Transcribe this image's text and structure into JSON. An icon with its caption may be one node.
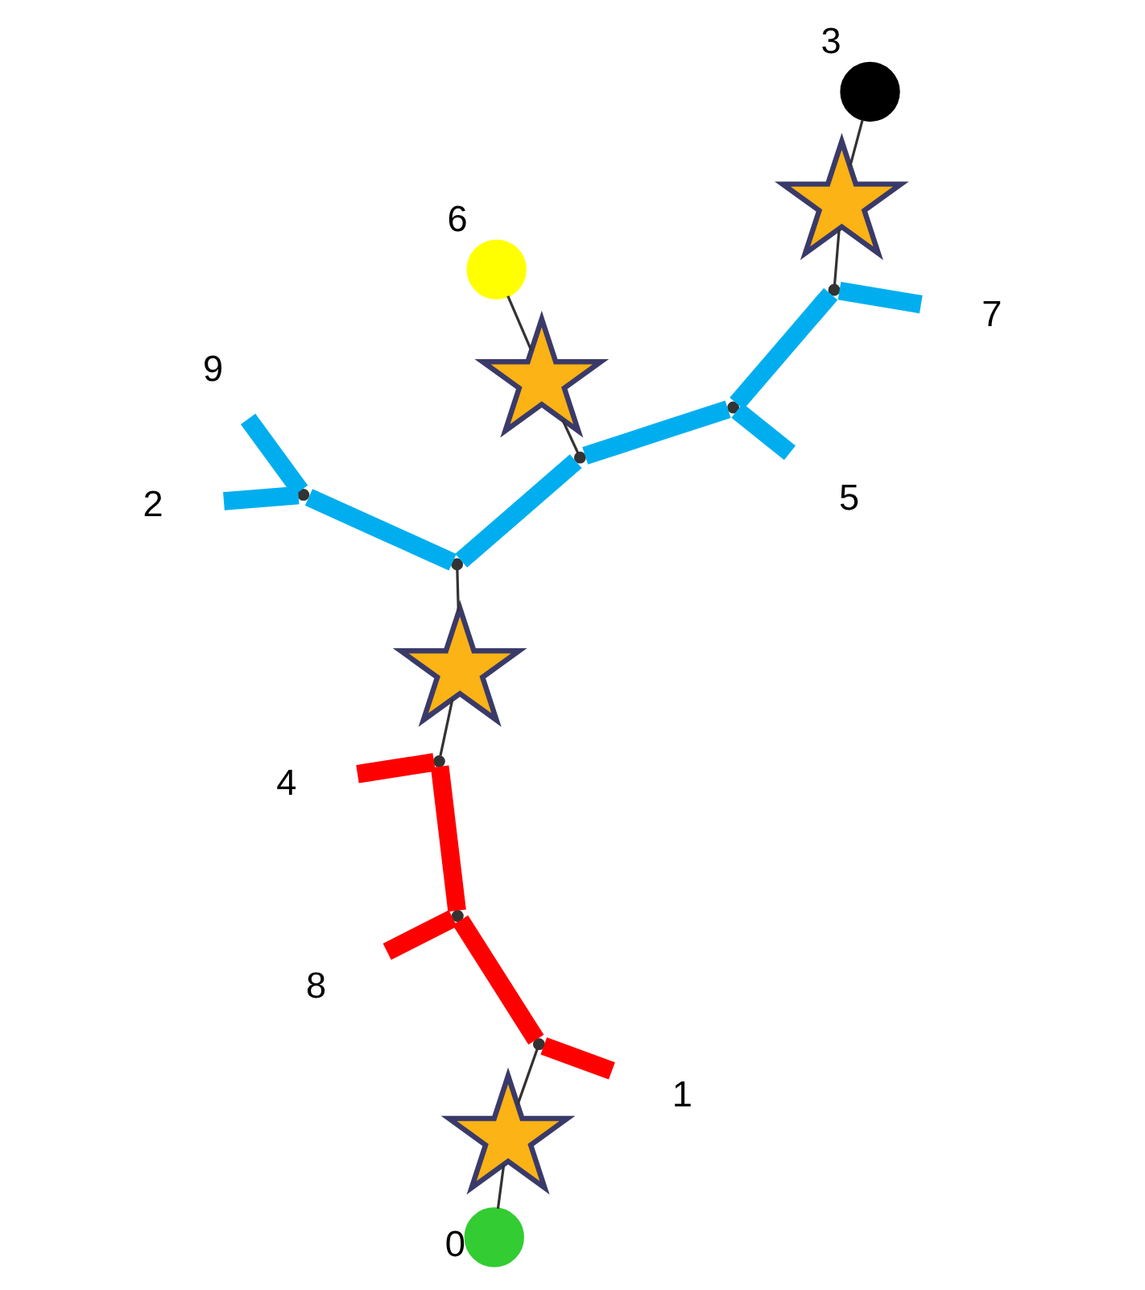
{
  "diagram": {
    "nodes": [
      {
        "text": [
          "7"
        ]
      },
      {
        "text": [],
        "shape": "circle",
        "beside": [
          "3"
        ]
      },
      {
        "text": [],
        "shape": "star"
      },
      {
        "text": [
          "5"
        ]
      },
      {
        "text": [],
        "shape": "point"
      },
      {
        "text": [],
        "shape": "point"
      },
      {
        "text": [],
        "shape": "circle",
        "beside": [
          "6"
        ]
      },
      {
        "text": [],
        "shape": "star"
      },
      {
        "text": [],
        "shape": "point"
      },
      {
        "text": [],
        "shape": "point"
      },
      {
        "text": [
          "9"
        ]
      },
      {
        "text": [],
        "shape": "point"
      },
      {
        "text": [],
        "shape": "star"
      },
      {
        "text": [
          "2"
        ]
      },
      {
        "text": [],
        "shape": "point"
      },
      {
        "text": [],
        "shape": "point"
      },
      {
        "text": [],
        "shape": "point"
      },
      {
        "text": [],
        "shape": "star"
      },
      {
        "text": [],
        "shape": "circle",
        "beside": [
          "0"
        ]
      },
      {
        "text": [
          "4"
        ]
      },
      {
        "text": [
          "8"
        ]
      },
      {
        "text": [
          "1"
        ]
      }
    ],
    "edges": [
      {
        "from": 4,
        "to": 0,
        "arrow": "none"
      },
      {
        "from": 4,
        "to": 2,
        "arrow": "none",
        "color": "#333333"
      },
      {
        "from": 2,
        "to": 1,
        "arrow": "none",
        "color": "#333333"
      },
      {
        "from": 5,
        "to": 3,
        "arrow": "none"
      },
      {
        "from": 5,
        "to": 4,
        "arrow": "none"
      },
      {
        "from": 8,
        "to": 7,
        "arrow": "none",
        "color": "#333333"
      },
      {
        "from": 7,
        "to": 6,
        "arrow": "none",
        "color": "#333333"
      },
      {
        "from": 8,
        "to": 5,
        "arrow": "none"
      },
      {
        "from": 9,
        "to": 8,
        "arrow": "none"
      },
      {
        "from": 9,
        "to": 11,
        "arrow": "none"
      },
      {
        "from": 11,
        "to": 10,
        "arrow": "none"
      },
      {
        "from": 11,
        "to": 13,
        "arrow": "none"
      },
      {
        "from": 9,
        "to": 12,
        "arrow": "none",
        "color": "#333333"
      },
      {
        "from": 12,
        "to": 14,
        "arrow": "none",
        "color": "#333333"
      },
      {
        "from": 14,
        "to": 19,
        "arrow": "none",
        "color": "#ff0000"
      },
      {
        "from": 14,
        "to": 15,
        "arrow": "none",
        "color": "#ff0000"
      },
      {
        "from": 15,
        "to": 20,
        "arrow": "none",
        "color": "#ff0000"
      },
      {
        "from": 15,
        "to": 16,
        "arrow": "none",
        "color": "#ff0000"
      },
      {
        "from": 16,
        "to": 21,
        "arrow": "none",
        "color": "#ff0000"
      },
      {
        "from": 16,
        "to": 17,
        "arrow": "none",
        "color": "#333333"
      },
      {
        "from": 17,
        "to": 18,
        "arrow": "none",
        "color": "#333333"
      }
    ]
  }
}
